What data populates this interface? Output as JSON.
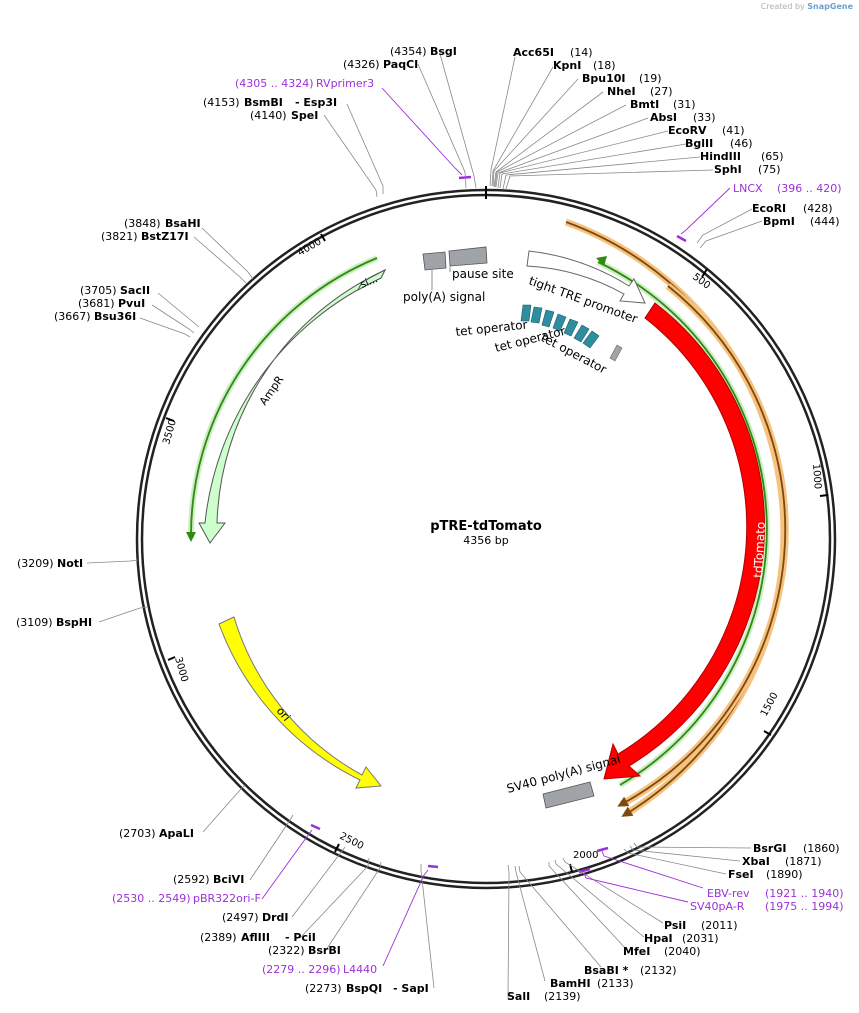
{
  "credit": {
    "prefix": "Created by",
    "brand": "SnapGene"
  },
  "plasmid": {
    "name": "pTRE-tdTomato",
    "size": "4356 bp"
  },
  "ticks": [
    "500",
    "1000",
    "1500",
    "2000",
    "2500",
    "3000",
    "3500",
    "4000"
  ],
  "enzymes": {
    "bsgi": {
      "pos": "(4354)",
      "name": "BsgI"
    },
    "paqci": {
      "pos": "(4326)",
      "name": "PaqCI"
    },
    "bsmbi": {
      "pos": "(4153)",
      "name": "BsmBI",
      "alt": "- Esp3I"
    },
    "spei": {
      "pos": "(4140)",
      "name": "SpeI"
    },
    "acc65i": {
      "pos": "(14)",
      "name": "Acc65I"
    },
    "kpni": {
      "pos": "(18)",
      "name": "KpnI"
    },
    "bpu10i": {
      "pos": "(19)",
      "name": "Bpu10I"
    },
    "nhei": {
      "pos": "(27)",
      "name": "NheI"
    },
    "bmti": {
      "pos": "(31)",
      "name": "BmtI"
    },
    "absi": {
      "pos": "(33)",
      "name": "AbsI"
    },
    "ecorv": {
      "pos": "(41)",
      "name": "EcoRV"
    },
    "bglii": {
      "pos": "(46)",
      "name": "BglII"
    },
    "hindiii": {
      "pos": "(65)",
      "name": "HindIII"
    },
    "sphi": {
      "pos": "(75)",
      "name": "SphI"
    },
    "ecori": {
      "pos": "(428)",
      "name": "EcoRI"
    },
    "bpmi": {
      "pos": "(444)",
      "name": "BpmI"
    },
    "bsahi": {
      "pos": "(3848)",
      "name": "BsaHI"
    },
    "bstz17i": {
      "pos": "(3821)",
      "name": "BstZ17I"
    },
    "sacii": {
      "pos": "(3705)",
      "name": "SacII"
    },
    "pvui": {
      "pos": "(3681)",
      "name": "PvuI"
    },
    "bsu36i": {
      "pos": "(3667)",
      "name": "Bsu36I"
    },
    "noti": {
      "pos": "(3209)",
      "name": "NotI"
    },
    "bsphi": {
      "pos": "(3109)",
      "name": "BspHI"
    },
    "apali": {
      "pos": "(2703)",
      "name": "ApaLI"
    },
    "bcivi": {
      "pos": "(2592)",
      "name": "BciVI"
    },
    "drdi": {
      "pos": "(2497)",
      "name": "DrdI"
    },
    "afliii": {
      "pos": "(2389)",
      "name": "AflIII",
      "alt": "- PciI"
    },
    "bsrbi": {
      "pos": "(2322)",
      "name": "BsrBI"
    },
    "bspqi": {
      "pos": "(2273)",
      "name": "BspQI",
      "alt": "- SapI"
    },
    "sali": {
      "pos": "(2139)",
      "name": "SalI"
    },
    "bamhi": {
      "pos": "(2133)",
      "name": "BamHI"
    },
    "bsabi": {
      "pos": "(2132)",
      "name": "BsaBI *"
    },
    "mfei": {
      "pos": "(2040)",
      "name": "MfeI"
    },
    "hpai": {
      "pos": "(2031)",
      "name": "HpaI"
    },
    "psii": {
      "pos": "(2011)",
      "name": "PsiI"
    },
    "fsei": {
      "pos": "(1890)",
      "name": "FseI"
    },
    "xbai": {
      "pos": "(1871)",
      "name": "XbaI"
    },
    "bsrgi": {
      "pos": "(1860)",
      "name": "BsrGI"
    }
  },
  "primers": {
    "rvprimer3": {
      "range": "(4305 .. 4324)",
      "name": "RVprimer3"
    },
    "lncx": {
      "name": "LNCX",
      "range": "(396 .. 420)"
    },
    "ebvrev": {
      "name": "EBV-rev",
      "range": "(1921 .. 1940)"
    },
    "sv40par": {
      "name": "SV40pA-R",
      "range": "(1975 .. 1994)"
    },
    "pbr322": {
      "range": "(2530 .. 2549)",
      "name": "pBR322ori-F"
    },
    "l4440": {
      "range": "(2279 .. 2296)",
      "name": "L4440"
    }
  },
  "features": {
    "tdtomato": "tdTomato",
    "ampr": "AmpR",
    "si": "si...",
    "ori": "ori",
    "tight_tre": "tight TRE promoter",
    "pause_site": "pause site",
    "polya": "poly(A) signal",
    "tet_op_1": "tet operator",
    "tet_op_2": "tet operator",
    "tet_op_3": "tet operator",
    "sv40_polya": "SV40 poly(A) signal"
  },
  "colors": {
    "backbone": "#222222",
    "tdtomato": "#ff0000",
    "ampr": "#ccffcc",
    "ori": "#ffff00",
    "orange_line": "#f6b15a",
    "green_line": "#33aa11",
    "primer": "#9b30d9",
    "tet_operator": "#2f8da0",
    "grey_feature": "#a0a4a8"
  }
}
